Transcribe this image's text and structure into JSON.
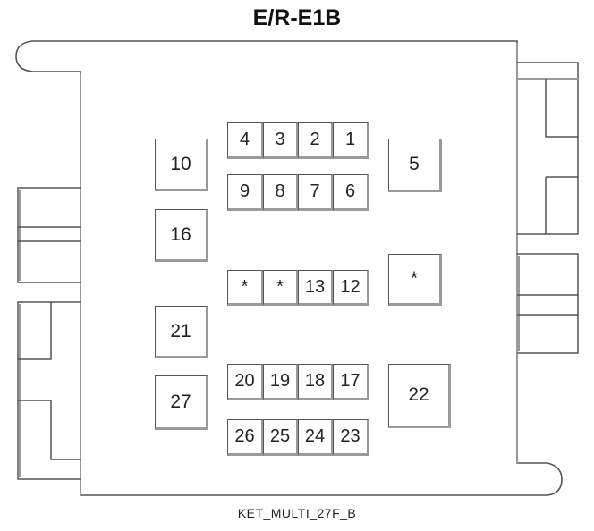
{
  "title": "E/R-E1B",
  "caption": "KET_MULTI_27F_B",
  "colors": {
    "outline": "#555555",
    "shadow": "#9a9a9a",
    "background": "#ffffff"
  },
  "connector": {
    "row1": [
      "4",
      "3",
      "2",
      "1"
    ],
    "row2": [
      "9",
      "8",
      "7",
      "6"
    ],
    "row3": [
      "*",
      "*",
      "13",
      "12"
    ],
    "row4": [
      "20",
      "19",
      "18",
      "17"
    ],
    "row5": [
      "26",
      "25",
      "24",
      "23"
    ],
    "left_pins": [
      "10",
      "16",
      "21",
      "27"
    ],
    "right_pins": [
      "5",
      "*",
      "22"
    ]
  }
}
